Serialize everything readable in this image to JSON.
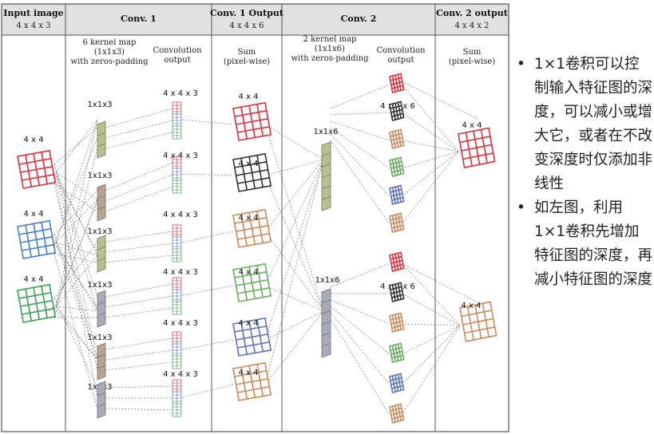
{
  "headers": [
    {
      "title": "Input image",
      "sub": "4 x 4 x 3"
    },
    {
      "title": "Conv. 1",
      "sub": ""
    },
    {
      "title": "Conv. 1 Output",
      "sub": "4 x 4 x 6"
    },
    {
      "title": "Conv. 2",
      "sub": ""
    },
    {
      "title": "Conv. 2 output",
      "sub": "4 x 4 x 2"
    }
  ],
  "descriptions": {
    "kernel1": [
      "6 kernel map",
      "(1x1x3)",
      "with zeros-padding"
    ],
    "conv_out1": [
      "Convolution",
      "output"
    ],
    "sum1": [
      "Sum",
      "(pixel-wise)"
    ],
    "kernel2": [
      "2 kernel map",
      "(1x1x6)",
      "with zeros-padding"
    ],
    "conv_out2": [
      "Convolution",
      "output"
    ],
    "sum2": [
      "Sum",
      "(pixel-wise)"
    ]
  },
  "labels": {
    "grid": "4 x 4",
    "kernel1": "1x1x3",
    "conv_out1": "4 x 4 x 3",
    "kernel2": "1x1x6",
    "conv_out2": "4 x 4 x 6"
  },
  "colors": {
    "red": "#d9323d",
    "blue": "#4a7fc1",
    "green": "#3e9e5a",
    "black": "#333333",
    "brown": "#c98a5e",
    "lightgreen": "#6cab62",
    "navy": "#6273b8",
    "kernel_olive": "#b9c08a",
    "kernel_brown": "#b8a48e",
    "kernel_grey": "#a9abb8"
  },
  "notes": [
    "1×1卷积可以控制输入特征图的深度，可以减小或增大它，或者在不改变深度时仅添加非线性",
    "如左图，利用1×1卷积先增加特征图的深度，再减小特征图的深度"
  ],
  "note_bullet": "•"
}
